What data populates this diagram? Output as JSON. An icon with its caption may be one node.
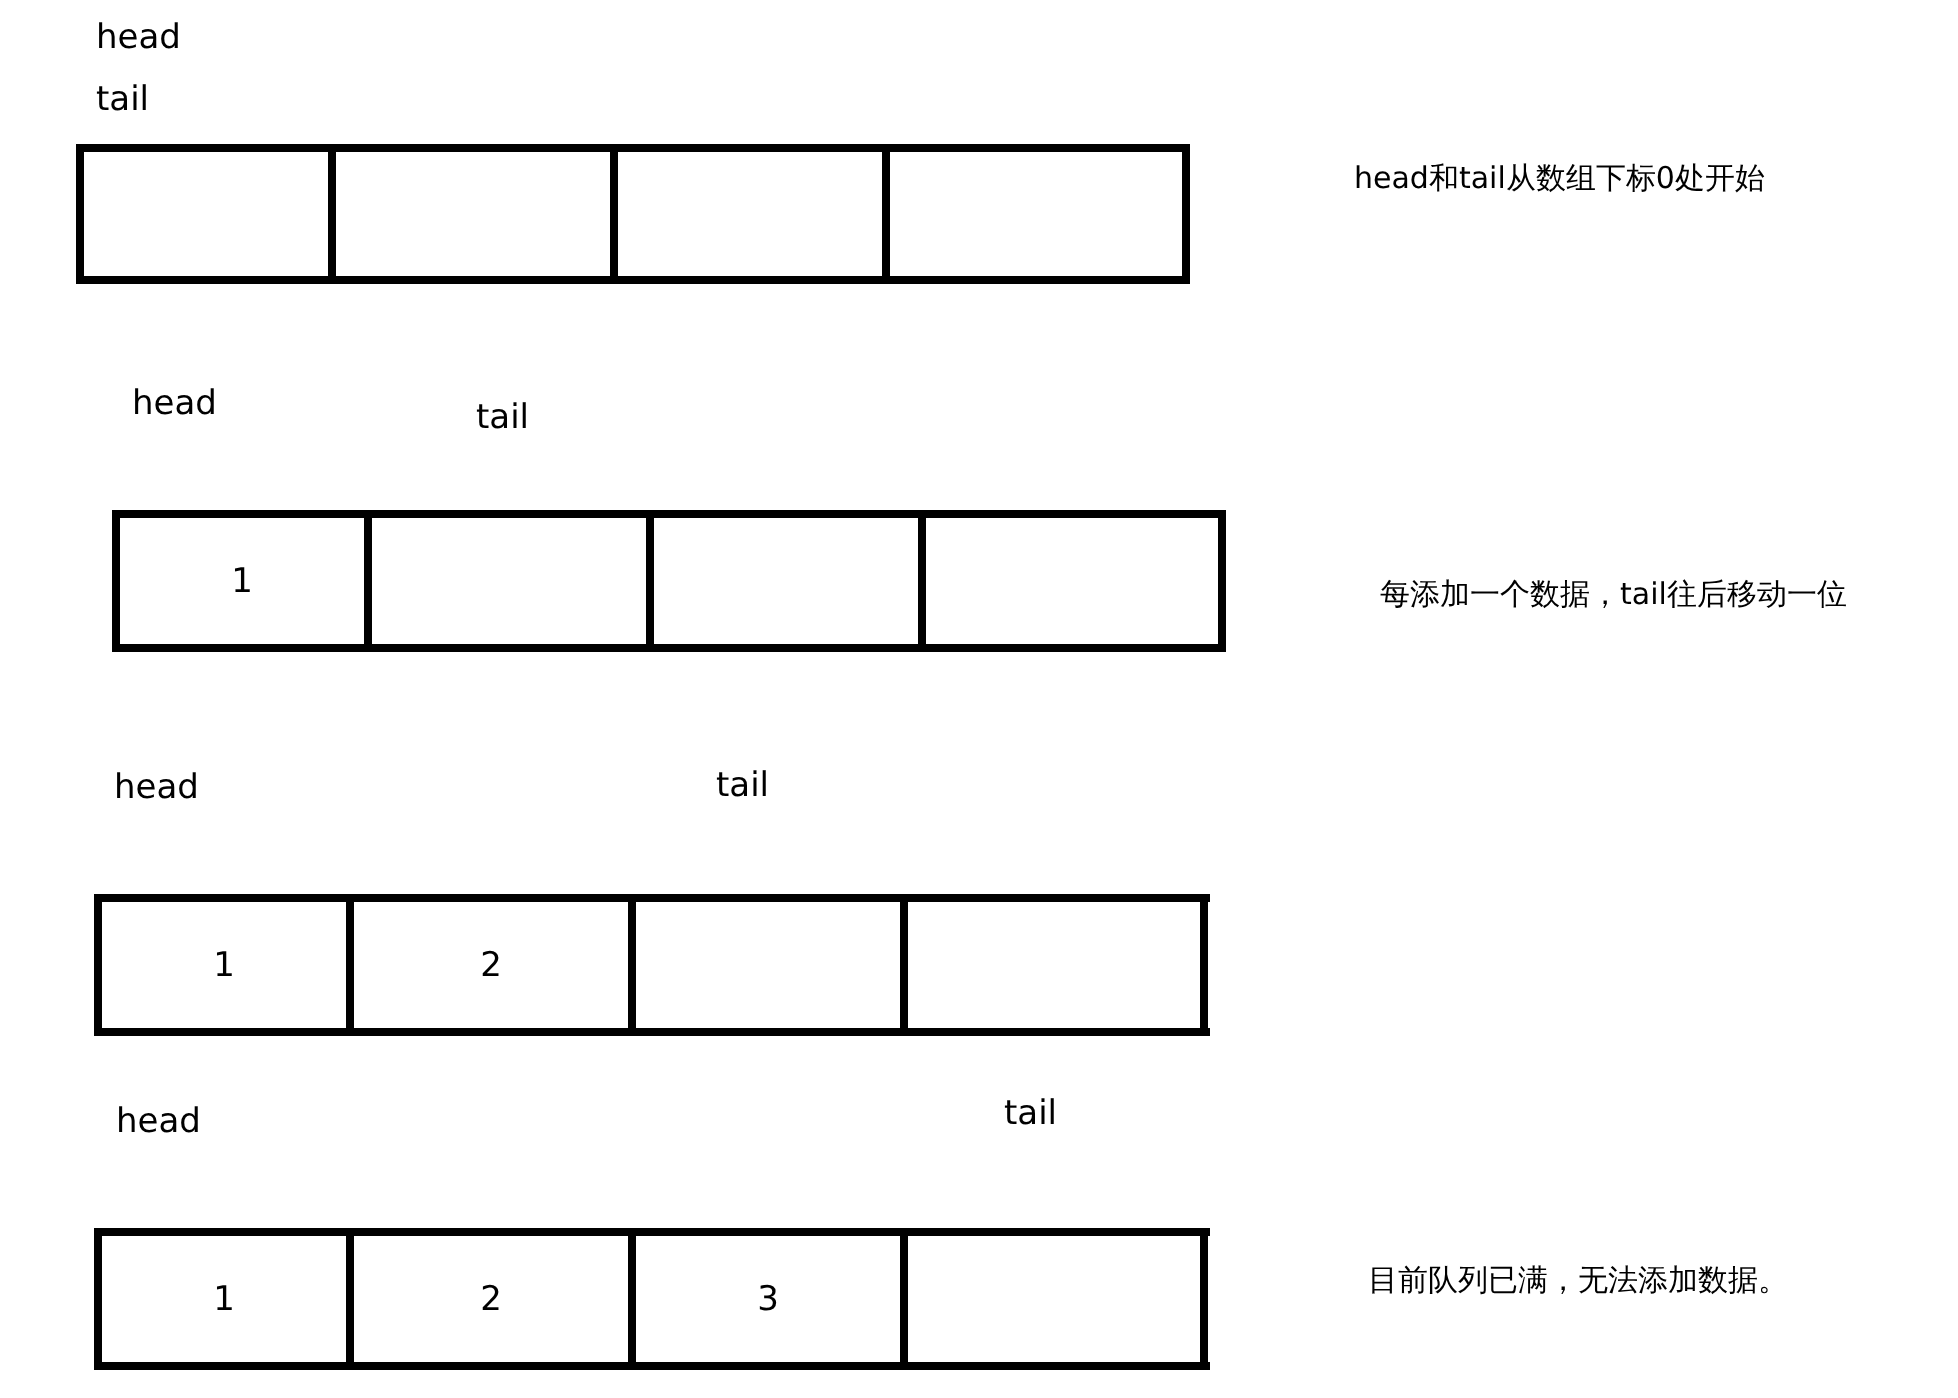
{
  "diagram": {
    "nodes": [
      {
        "text": [],
        "shape": "bar"
      },
      {
        "text": [],
        "shape": "box",
        "in": 0
      },
      {
        "text": [],
        "shape": "box",
        "in": 0
      },
      {
        "text": [],
        "shape": "box",
        "in": 0
      },
      {
        "text": [],
        "shape": "box",
        "in": 0
      },
      {
        "text": [],
        "shape": "bar"
      },
      {
        "text": [
          "1"
        ],
        "in": 5
      },
      {
        "text": [],
        "shape": "box",
        "in": 5
      },
      {
        "text": [],
        "shape": "box",
        "in": 5
      },
      {
        "text": [],
        "shape": "box",
        "in": 5
      },
      {
        "text": [],
        "shape": "bar"
      },
      {
        "text": [
          "1"
        ],
        "in": 10
      },
      {
        "text": [
          "2"
        ],
        "in": 10
      },
      {
        "text": [],
        "shape": "box",
        "in": 10
      },
      {
        "text": [],
        "shape": "box",
        "in": 10
      },
      {
        "text": [],
        "shape": "bar"
      },
      {
        "text": [
          "1"
        ],
        "in": 15
      },
      {
        "text": [
          "2"
        ],
        "in": 15
      },
      {
        "text": [
          "3"
        ],
        "in": 15
      },
      {
        "text": [],
        "shape": "box",
        "in": 15
      }
    ],
    "labels": [
      "head",
      "tail",
      "head和tail从数组下标0处开始",
      "head",
      "tail",
      "每添加一个数据，tail往后移动一位",
      "head",
      "tail",
      "head",
      "tail",
      "目前队列已满，无法添加数据。"
    ]
  }
}
